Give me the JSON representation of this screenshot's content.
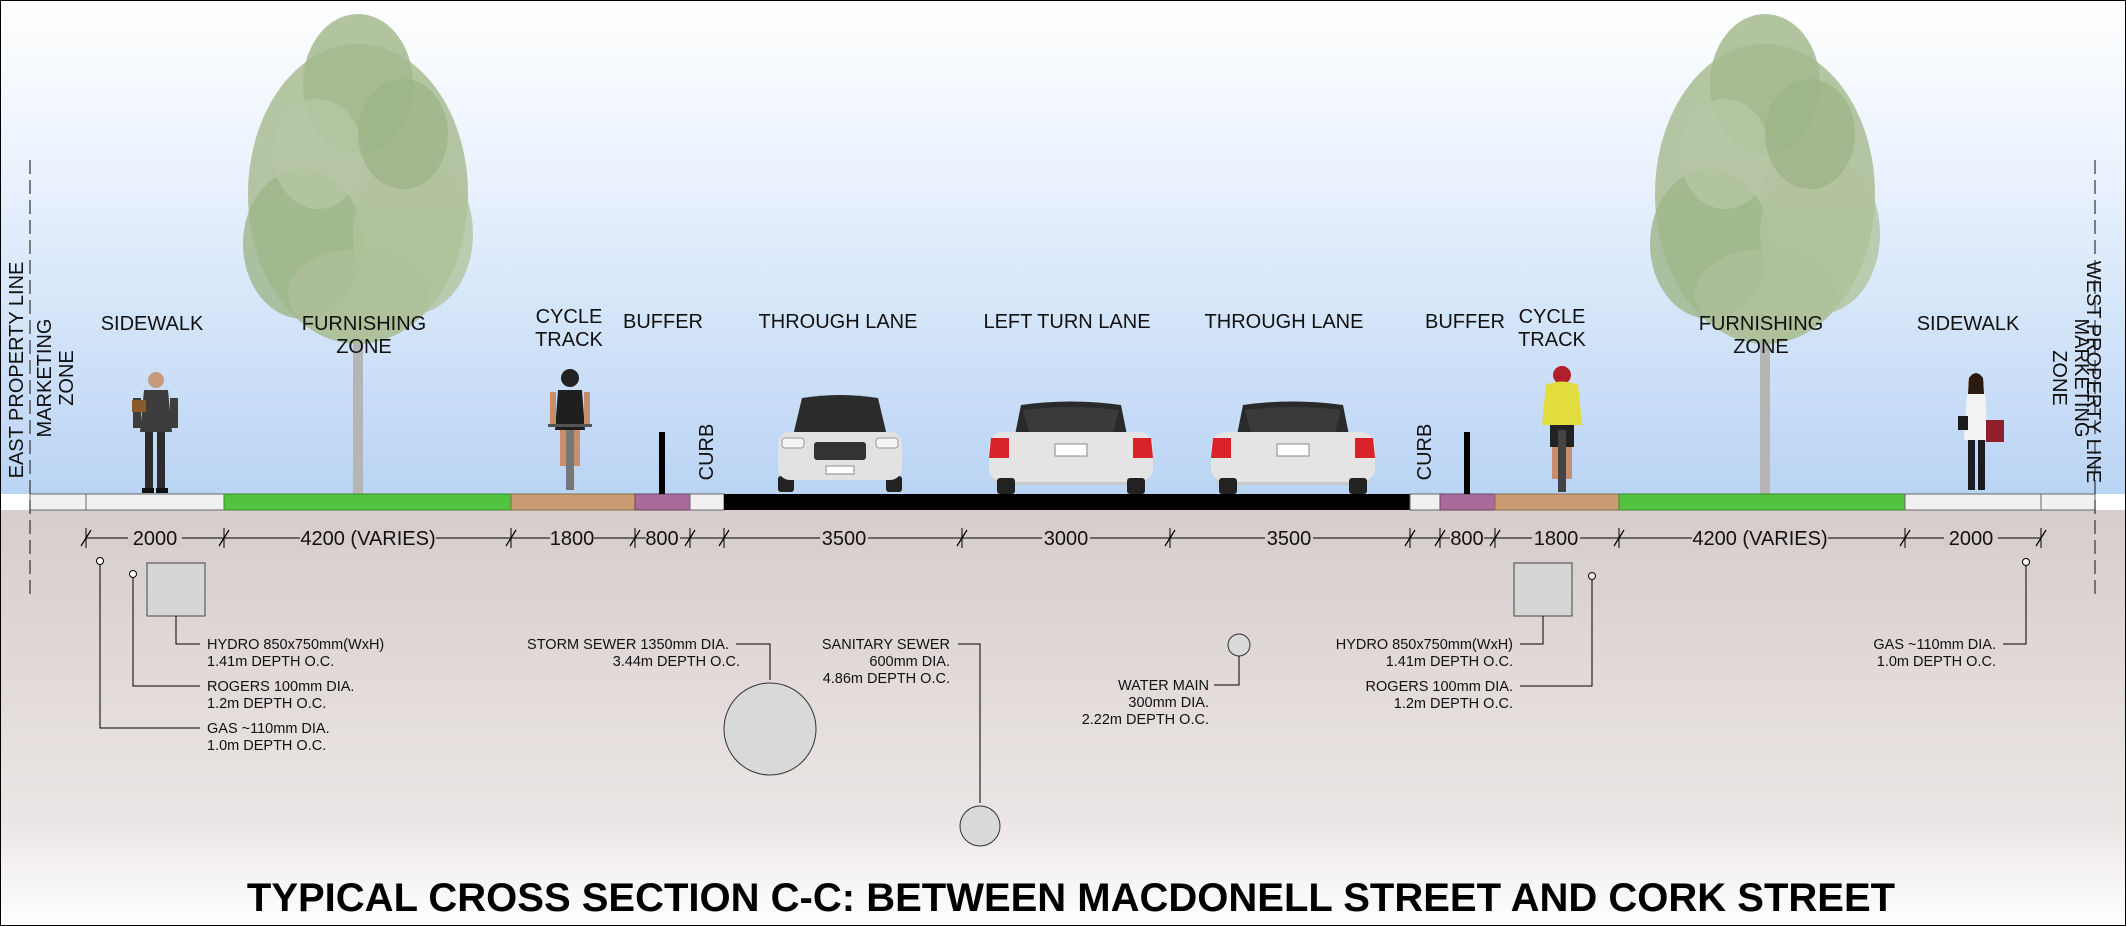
{
  "title": "TYPICAL CROSS SECTION C-C: BETWEEN MACDONELL STREET AND CORK STREET",
  "property_lines": {
    "east": "EAST PROPERTY LINE",
    "west": "WEST PROPERTY LINE"
  },
  "marketing_zone": {
    "line1": "MARKETING",
    "line2": "ZONE"
  },
  "zones": {
    "sidewalk": "SIDEWALK",
    "furnishing_line1": "FURNISHING",
    "furnishing_line2": "ZONE",
    "cycle_line1": "CYCLE",
    "cycle_line2": "TRACK",
    "buffer": "BUFFER",
    "through_lane": "THROUGH LANE",
    "left_turn_lane": "LEFT TURN LANE",
    "curb": "CURB"
  },
  "dimensions": {
    "sidewalk_left": "2000",
    "furnishing_left": "4200 (VARIES)",
    "cycle_left": "1800",
    "buffer_left": "800",
    "through_left": "3500",
    "left_turn": "3000",
    "through_right": "3500",
    "buffer_right": "800",
    "cycle_right": "1800",
    "furnishing_right": "4200 (VARIES)",
    "sidewalk_right": "2000"
  },
  "utilities": {
    "hydro": {
      "line1": "HYDRO 850x750mm(WxH)",
      "line2": "1.41m DEPTH O.C."
    },
    "rogers": {
      "line1": "ROGERS 100mm DIA.",
      "line2": "1.2m DEPTH O.C."
    },
    "gas": {
      "line1": "GAS ~110mm DIA.",
      "line2": "1.0m DEPTH O.C."
    },
    "storm": {
      "line1": "STORM SEWER 1350mm DIA.",
      "line2": "3.44m DEPTH O.C."
    },
    "sanitary": {
      "line1": "SANITARY SEWER",
      "line2": "600mm DIA.",
      "line3": "4.86m DEPTH O.C."
    },
    "water": {
      "line1": "WATER MAIN",
      "line2": "300mm DIA.",
      "line3": "2.22m DEPTH O.C."
    }
  },
  "colors": {
    "furnishing": "#52c33f",
    "cycle_track": "#c99c73",
    "buffer": "#a96b9a",
    "roadway": "#000000",
    "sidewalk": "#f1f1f1",
    "tree": "#a8bc92"
  }
}
